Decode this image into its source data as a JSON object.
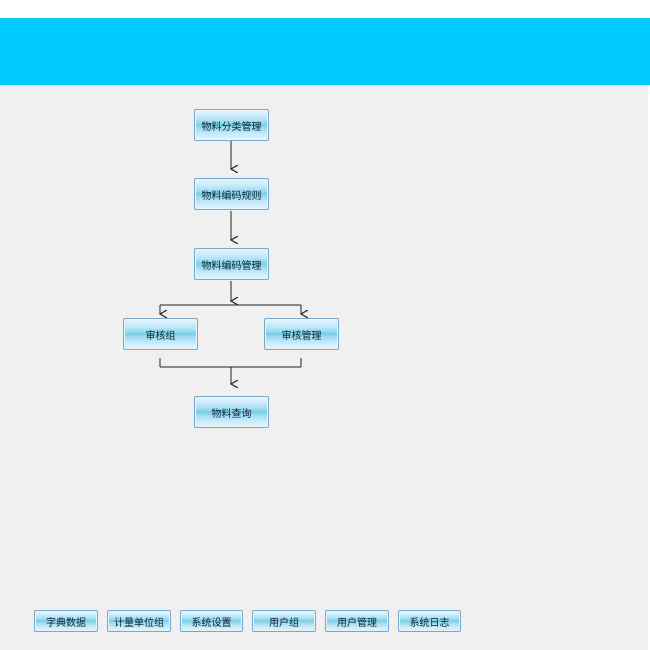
{
  "flowchart": {
    "material_category": "物料分类管理",
    "coding_rule": "物料编码规则",
    "coding_management": "物料编码管理",
    "review_group": "审核组",
    "review_management": "审核管理",
    "material_query": "物料查询"
  },
  "bottom_toolbar": {
    "dictionary_data": "字典数据",
    "unit_group": "计量单位组",
    "system_settings": "系统设置",
    "user_group": "用户组",
    "user_management": "用户管理",
    "system_log": "系统日志"
  },
  "colors": {
    "banner": "#00ccff",
    "background": "#f0f0f0",
    "button_border": "#7aa6c9"
  }
}
